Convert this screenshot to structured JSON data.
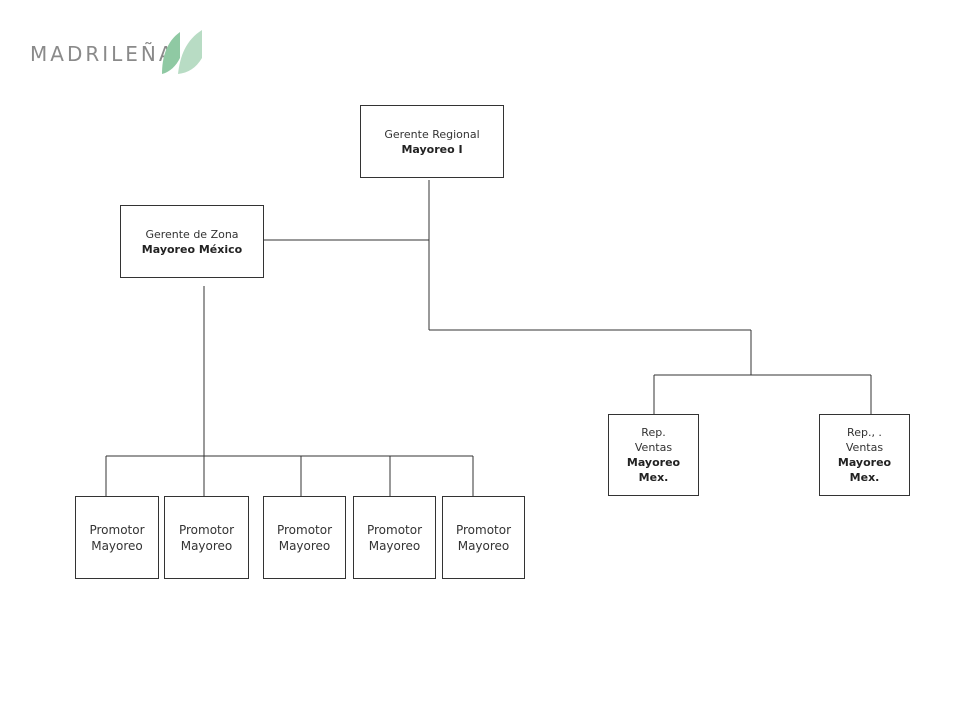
{
  "logo": {
    "text": "MADRILEÑA",
    "accent_color": "#8fc9a3",
    "text_color": "#8a8a8a"
  },
  "chart": {
    "regional": {
      "line1": "Gerente  Regional",
      "line2": "Mayoreo I"
    },
    "zona": {
      "line1": "Gerente  de Zona",
      "line2": "Mayoreo México"
    },
    "promotores": [
      {
        "line1": "Promotor",
        "line2": "Mayoreo"
      },
      {
        "line1": "Promotor",
        "line2": "Mayoreo"
      },
      {
        "line1": "Promotor",
        "line2": "Mayoreo"
      },
      {
        "line1": "Promotor",
        "line2": "Mayoreo"
      },
      {
        "line1": "Promotor",
        "line2": "Mayoreo"
      }
    ],
    "reps": [
      {
        "line1": "Rep.",
        "line2": "Ventas",
        "line3": "Mayoreo",
        "line4": "Mex."
      },
      {
        "line1": "Rep., .",
        "line2": "Ventas",
        "line3": "Mayoreo",
        "line4": "Mex."
      }
    ]
  }
}
